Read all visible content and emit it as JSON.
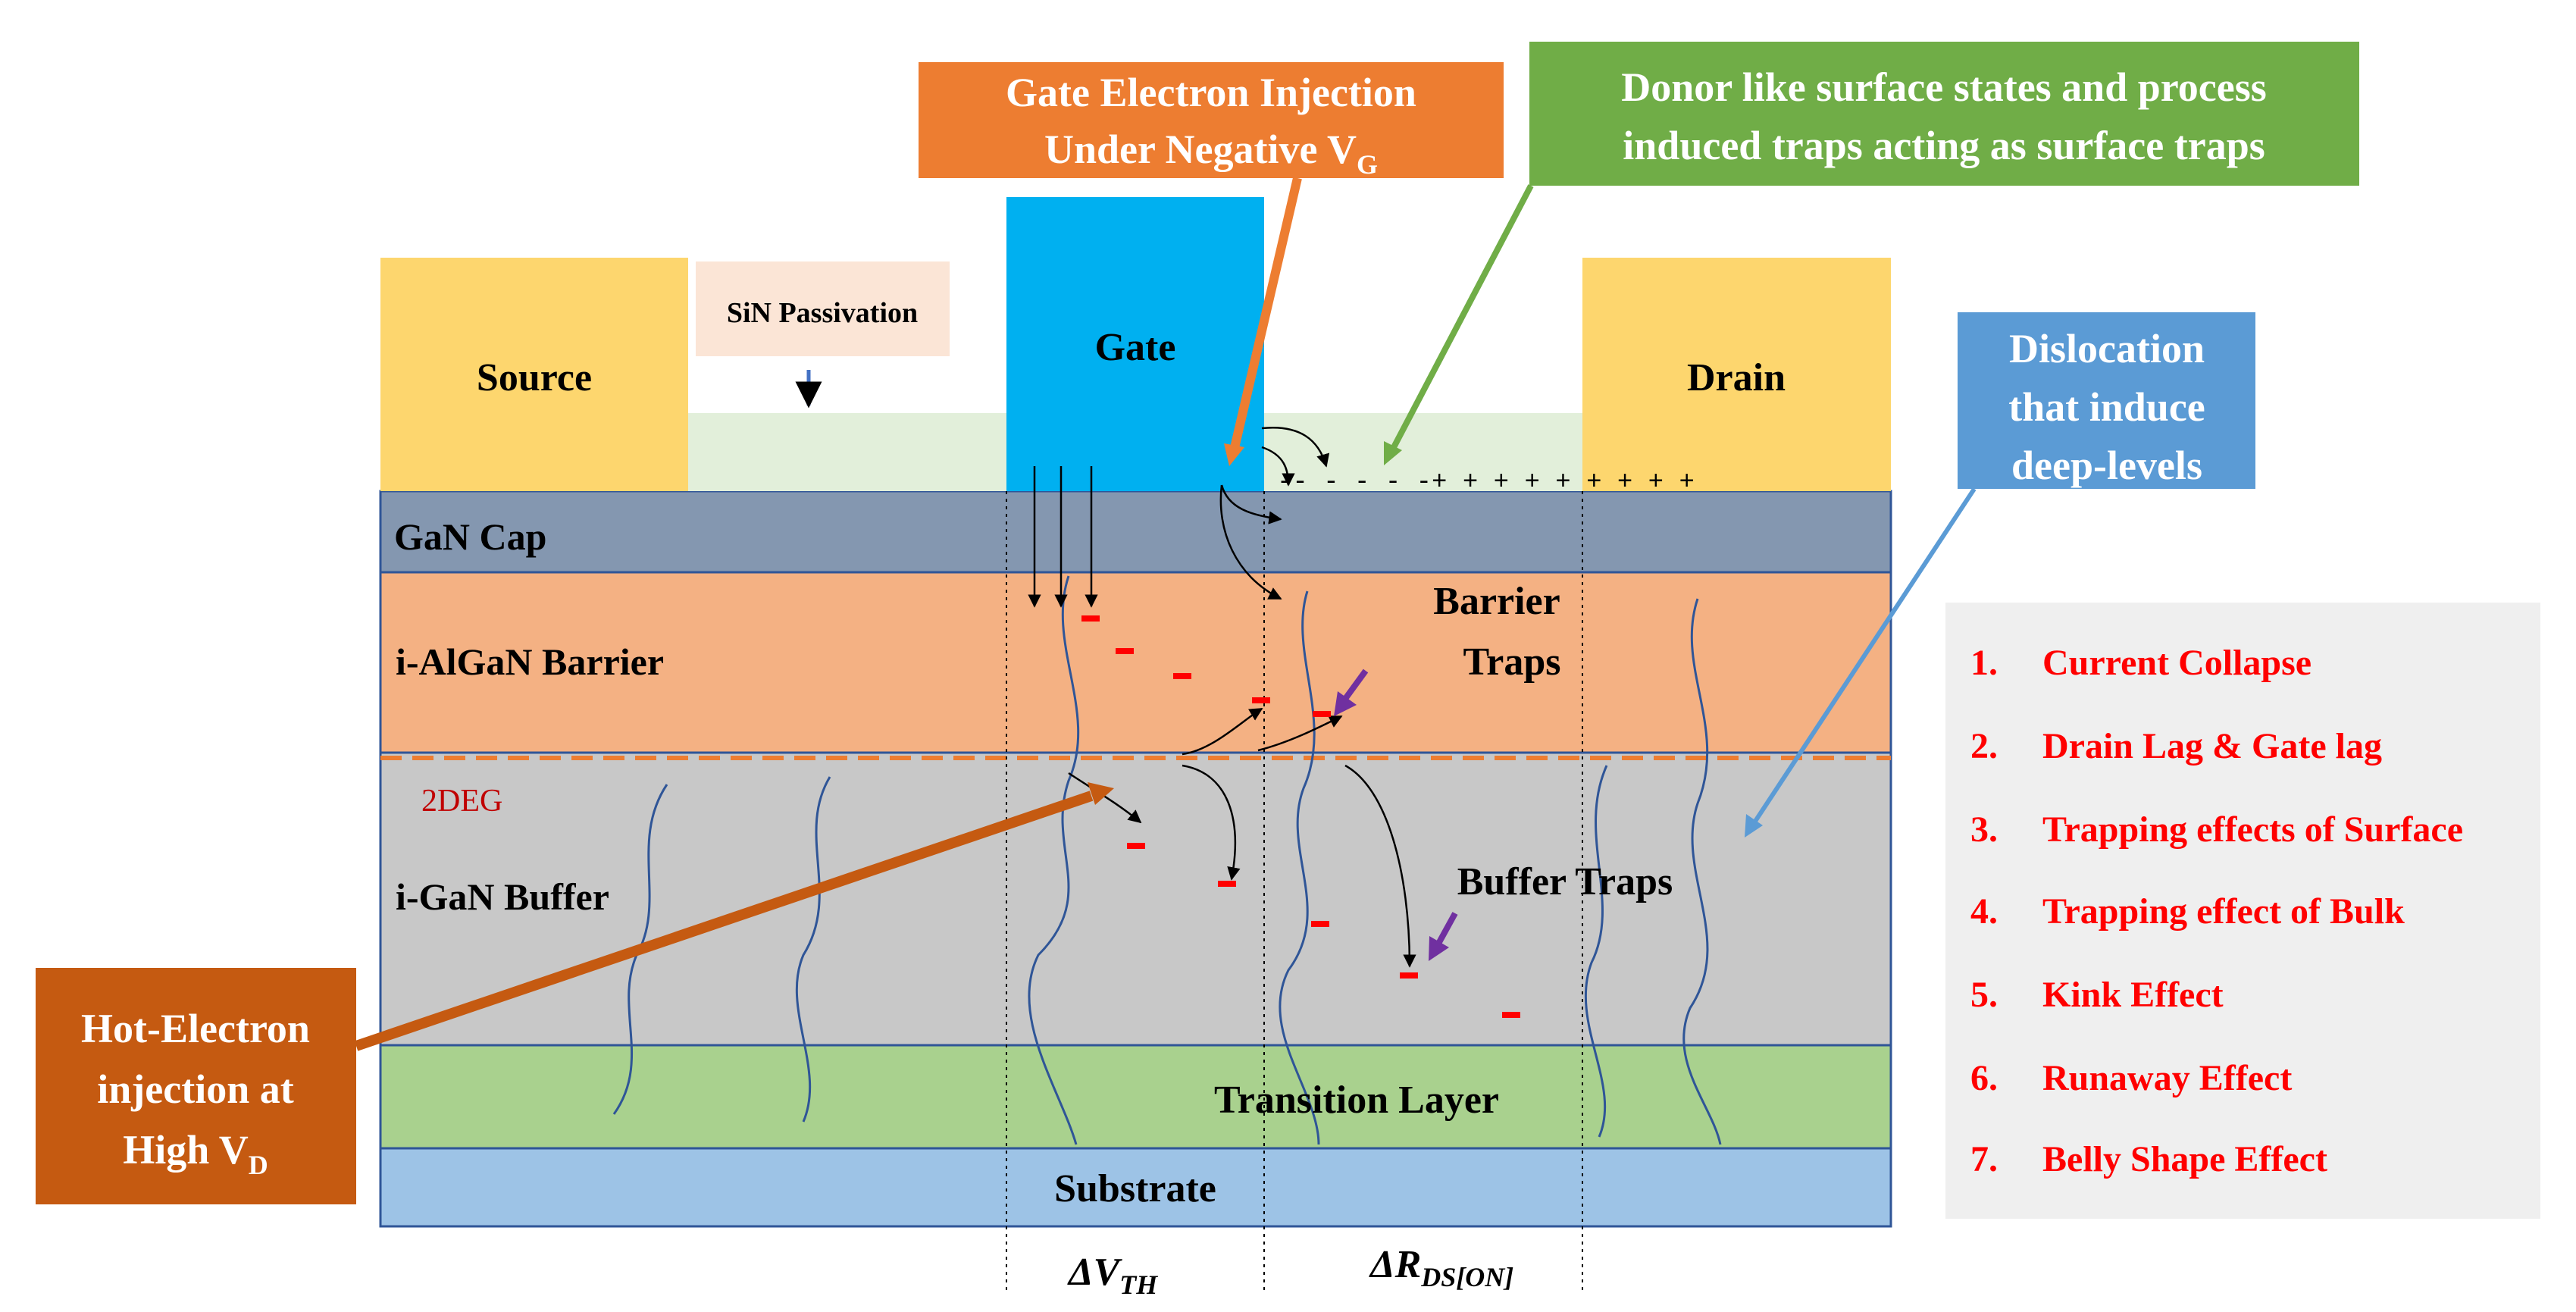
{
  "layers": {
    "gan_cap": "GaN Cap",
    "barrier": "i-AlGaN Barrier",
    "twodeg": "2DEG",
    "buffer": "i-GaN Buffer",
    "transition": "Transition Layer",
    "substrate": "Substrate"
  },
  "contacts": {
    "source": "Source",
    "gate": "Gate",
    "drain": "Drain",
    "passivation": "SiN Passivation"
  },
  "trap_labels": {
    "barrier_line1": "Barrier",
    "barrier_line2": "Traps",
    "buffer": "Buffer Traps",
    "surface_charges": "-- - - - -+ + + + + + + + +"
  },
  "callouts": {
    "gate_injection": {
      "line1": "Gate Electron Injection",
      "line2": "Under Negative V",
      "sub": "G"
    },
    "donor_surface": {
      "line1": "Donor like surface states and process",
      "line2": "induced traps acting as surface traps"
    },
    "dislocation": {
      "line1": "Dislocation",
      "line2": "that induce",
      "line3": "deep-levels"
    },
    "hot_electron": {
      "line1": "Hot-Electron",
      "line2": "injection at",
      "line3": "High V",
      "sub": "D"
    }
  },
  "effects": [
    {
      "num": "1.",
      "text": "Current Collapse"
    },
    {
      "num": "2.",
      "text": "Drain Lag & Gate lag"
    },
    {
      "num": "3.",
      "text": "Trapping effects of Surface"
    },
    {
      "num": "4.",
      "text": "Trapping effect of Bulk"
    },
    {
      "num": "5.",
      "text": "Kink Effect"
    },
    {
      "num": "6.",
      "text": "Runaway Effect"
    },
    {
      "num": "7.",
      "text": "Belly Shape Effect"
    }
  ],
  "bottom_labels": {
    "delta_vth": "ΔV",
    "vth_sub": "TH",
    "delta_rds": "ΔR",
    "rds_sub": "DS[ON]"
  },
  "colors": {
    "contact": "#fdd66e",
    "gate": "#00b0f0",
    "gan_cap": "#8497b0",
    "barrier": "#f4b183",
    "buffer": "#c8c8c8",
    "transition": "#a9d18e",
    "substrate": "#9dc3e6",
    "orange_callout": "#ed7d31",
    "dark_orange_callout": "#c55a11",
    "green_callout": "#70ad47",
    "blue_callout": "#5b9bd5",
    "trap_mark": "#ff0000",
    "effect_text": "#ff0000"
  }
}
